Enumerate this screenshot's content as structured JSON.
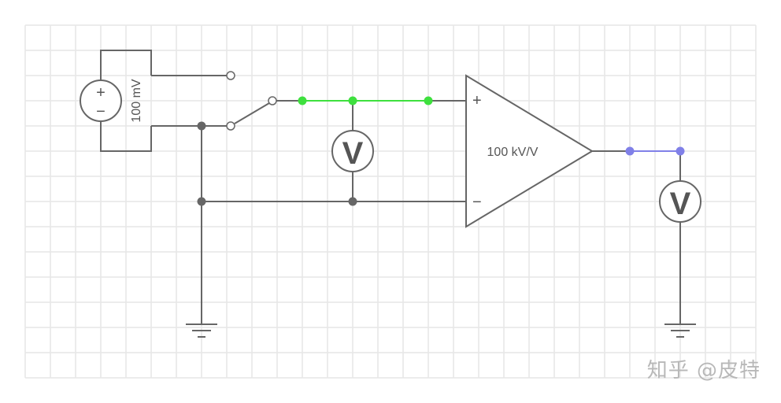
{
  "source": {
    "label": "100 mV",
    "plus": "+",
    "minus": "−"
  },
  "voltmeter_in": {
    "symbol": "V"
  },
  "voltmeter_out": {
    "symbol": "V"
  },
  "amplifier": {
    "gain": "100 kV/V",
    "plus": "+",
    "minus": "−"
  },
  "watermark": "知乎 @皮特",
  "colors": {
    "grid": "#e6e6e6",
    "wire": "#666666",
    "active": "#3ee03e",
    "output": "#8080e8",
    "node": "#666666"
  }
}
